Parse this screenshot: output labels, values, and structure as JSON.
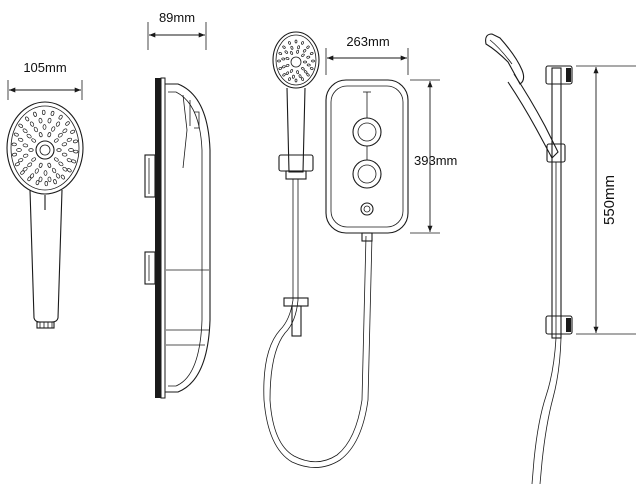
{
  "dimensions": {
    "handset_width": "105mm",
    "unit_depth": "89mm",
    "unit_width": "263mm",
    "unit_height": "393mm",
    "riser_rail_length": "550mm"
  }
}
